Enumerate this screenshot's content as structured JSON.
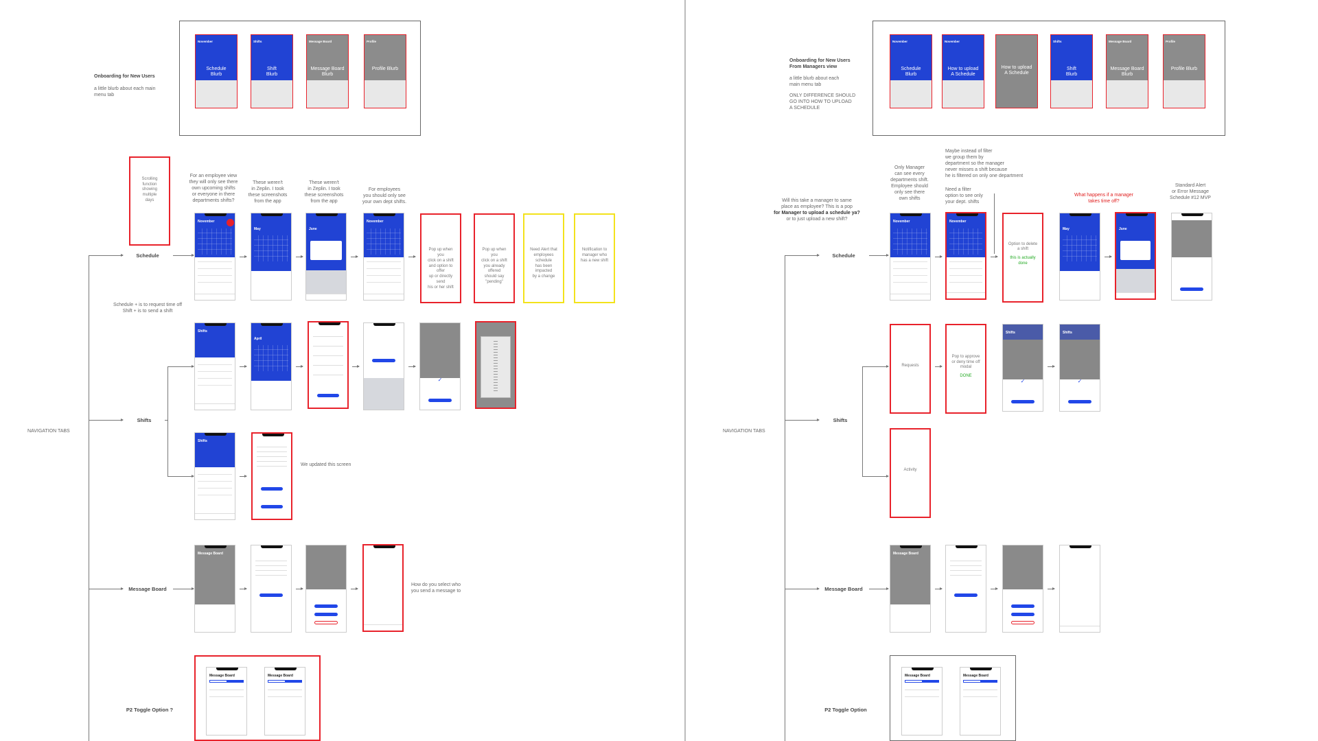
{
  "left": {
    "onboarding": {
      "title": "Onboarding for New Users",
      "desc": "a little blurb about each main menu tab",
      "screens": [
        {
          "header": "November",
          "label": "Schedule\nBlurb"
        },
        {
          "header": "Shifts",
          "label": "Shift\nBlurb"
        },
        {
          "header": "Message Board",
          "label": "Message Board\nBlurb"
        },
        {
          "header": "Profile",
          "label": "Profile Blurb"
        }
      ]
    },
    "nav_tabs_label": "NAVIGATION TABS",
    "sections": {
      "schedule": "Schedule",
      "shifts": "Shifts",
      "message_board": "Message Board",
      "p2_toggle": "P2 Toggle Option ?"
    },
    "notes": {
      "scrolling": "Scrolling\nfunction\nshowing\nmultiple\ndays",
      "employee_view": "For an employee view\nthey will only see there\nown upcoming shifts\nor everyone in there\ndepartments shifts?",
      "zeplin_1": "These weren't\nin Zeplin. I took\nthese screenshots\nfrom the app",
      "zeplin_2": "These weren't\nin Zeplin. I took\nthese screenshots\nfrom the app",
      "own_dept": "For employees\nyou should only see\nyour own dept shifts.",
      "schedule_plus": "Schedule + is to request time off\nShift + is to send a shift",
      "updated": "We updated this screen",
      "select_who": "How do you select who\nyou send a message to"
    },
    "popup_boxes": [
      "Pop up when you\nclick on a shift\nand option to offer\nup or directly send\nhis or her shift",
      "Pop up when you\nclick on a shift\nyou already offered\nshould say \"pending\"",
      "Need Alert that\nemployees schedule\nhas been impacted\nby a change",
      "Notification to\nmanager who\nhas a new shift"
    ],
    "screen_titles": {
      "november": "November",
      "may": "May",
      "june": "June",
      "shifts": "Shifts",
      "april": "April",
      "message_board": "Message Board"
    }
  },
  "right": {
    "onboarding": {
      "title": "Onboarding for New Users\nFrom Managers view",
      "desc": "a little blurb about each\nmain menu tab",
      "note": "ONLY DIFFERENCE SHOULD\nGO INTO HOW TO UPLOAD\nA SCHEDULE",
      "screens": [
        {
          "header": "November",
          "label": "Schedule\nBlurb",
          "style": "blue"
        },
        {
          "header": "November",
          "label": "How to upload\nA Schedule",
          "style": "blue"
        },
        {
          "header": "",
          "label": "How to upload\nA Schedule",
          "style": "gray"
        },
        {
          "header": "Shifts",
          "label": "Shift\nBlurb",
          "style": "blue"
        },
        {
          "header": "Message Board",
          "label": "Message Board\nBlurb",
          "style": "gray"
        },
        {
          "header": "Profile",
          "label": "Profile Blurb",
          "style": "gray"
        }
      ]
    },
    "nav_tabs_label": "NAVIGATION TABS",
    "sections": {
      "schedule": "Schedule",
      "shifts": "Shifts",
      "message_board": "Message Board",
      "p2_toggle": "P2 Toggle Option"
    },
    "notes": {
      "take_manager": "Will this take a manager to same\nplace as employee? This is a pop",
      "take_manager_bold": "for Manager to upload a schedule ya?",
      "take_manager_end": "or to just upload a new shift?",
      "only_manager": "Only Manager\ncan see every\ndepartments shift.\nEmployee should\nonly see there\nown shifts",
      "filter_group": "Maybe instead of filter\nwe group them by\ndepartment so the manager\nnever misses a shift because\nhe is filtered on only one department",
      "need_filter": "Need a filter\noption to see only\nyour dept. shifts",
      "what_happens": "What happens if a manager\ntakes time off?",
      "standard_alert": "Standard Alert\nor Error Message\nSchedule #12 MVP"
    },
    "boxes": {
      "delete_shift": "Option to delete\na shift",
      "already_done": "this is actually done",
      "requests": "Requests",
      "approve": "Pop to approve\nor deny time off",
      "modal": "modal",
      "done": "DONE",
      "activity": "Activity"
    }
  }
}
